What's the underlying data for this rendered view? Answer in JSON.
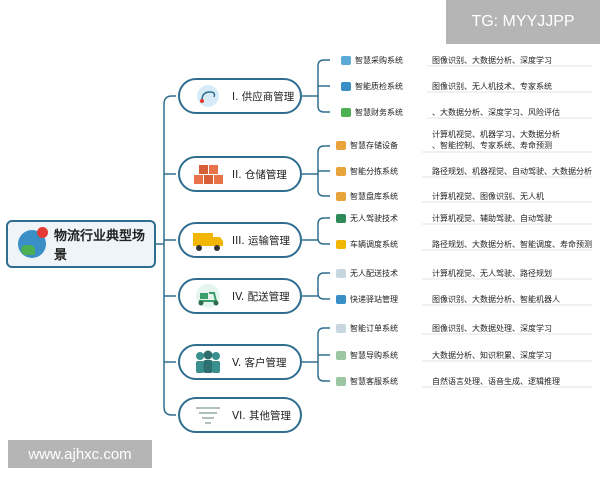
{
  "watermark_top": "TG: MYYJJPP",
  "watermark_bottom": "www.ajhxc.com",
  "root": {
    "label": "物流行业典型场景",
    "icon": "globe-pin-icon"
  },
  "categories": [
    {
      "label": "I. 供应商管理",
      "icon": "route-icon",
      "items": [
        {
          "name": "智慧采购系统",
          "desc": "图像识别、大数据分析、深度学习",
          "icon": "handshake-icon"
        },
        {
          "name": "智能质检系统",
          "desc": "图像识别、无人机技术、专家系统",
          "icon": "inspection-icon"
        },
        {
          "name": "智慧财务系统",
          "desc": "、大数据分析、深度学习、风险评估",
          "icon": "finance-icon"
        }
      ]
    },
    {
      "label": "II. 仓储管理",
      "icon": "boxes-icon",
      "items": [
        {
          "name": "智慧存储设备",
          "desc": "计算机视觉、机器学习、大数据分析\n、智能控制、专家系统、寿命预测",
          "icon": "storage-icon"
        },
        {
          "name": "智能分拣系统",
          "desc": "路径规划、机器视觉、自动驾驶、大数据分析",
          "icon": "sorting-icon"
        },
        {
          "name": "智慧盘库系统",
          "desc": "计算机视觉、图像识别、无人机",
          "icon": "inventory-icon"
        }
      ]
    },
    {
      "label": "III. 运输管理",
      "icon": "truck-icon",
      "items": [
        {
          "name": "无人驾驶技术",
          "desc": "计算机视觉、辅助驾驶、自动驾驶",
          "icon": "arrow-icon"
        },
        {
          "name": "车辆调度系统",
          "desc": "路径规划、大数据分析、智能调度、寿命预测",
          "icon": "dispatch-icon"
        }
      ]
    },
    {
      "label": "IV. 配送管理",
      "icon": "scooter-icon",
      "items": [
        {
          "name": "无人配送技术",
          "desc": "计算机视觉、无人驾驶、路径规划",
          "icon": "drone-icon"
        },
        {
          "name": "快递驿站管理",
          "desc": "图像识别、大数据分析、智能机器人",
          "icon": "station-icon"
        }
      ]
    },
    {
      "label": "V. 客户管理",
      "icon": "people-icon",
      "items": [
        {
          "name": "智能订单系统",
          "desc": "图像识别、大数据处理、深度学习",
          "icon": "order-icon"
        },
        {
          "name": "智慧导购系统",
          "desc": "大数据分析、知识积累、深度学习",
          "icon": "guide-icon"
        },
        {
          "name": "智慧客服系统",
          "desc": "自然语言处理、语音生成、逻辑推理",
          "icon": "service-icon"
        }
      ]
    },
    {
      "label": "VI. 其他管理",
      "icon": "lines-icon",
      "items": []
    }
  ],
  "colors": {
    "line": "#2f6e8e",
    "accent_blue": "#3a8fc7",
    "accent_orange": "#e67e22",
    "accent_green": "#4caf50"
  }
}
